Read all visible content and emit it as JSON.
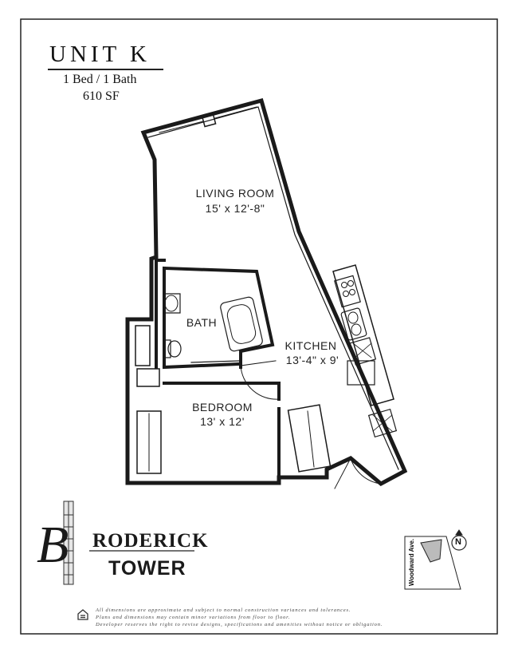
{
  "unit": {
    "title": "UNIT K",
    "bed_bath": "1 Bed / 1 Bath",
    "area": "610 SF"
  },
  "rooms": {
    "living": {
      "name": "LIVING ROOM",
      "dims": "15' x 12'-8\""
    },
    "bath": {
      "name": "BATH"
    },
    "kitchen": {
      "name": "KITCHEN",
      "dims": "13'-4\" x 9'"
    },
    "bedroom": {
      "name": "BEDROOM",
      "dims": "13' x 12'"
    }
  },
  "logo": {
    "initial": "B",
    "rest": "RODERICK",
    "second_line": "TOWER"
  },
  "key_map": {
    "street": "Woodward Ave.",
    "north": "N"
  },
  "disclaimer": [
    "All dimensions are approximate and subject to normal construction variances and tolerances.",
    "Plans and dimensions may contain minor variations from floor to floor.",
    "Developer reserves the right to revise designs, specifications and amenities without notice or obligation."
  ]
}
